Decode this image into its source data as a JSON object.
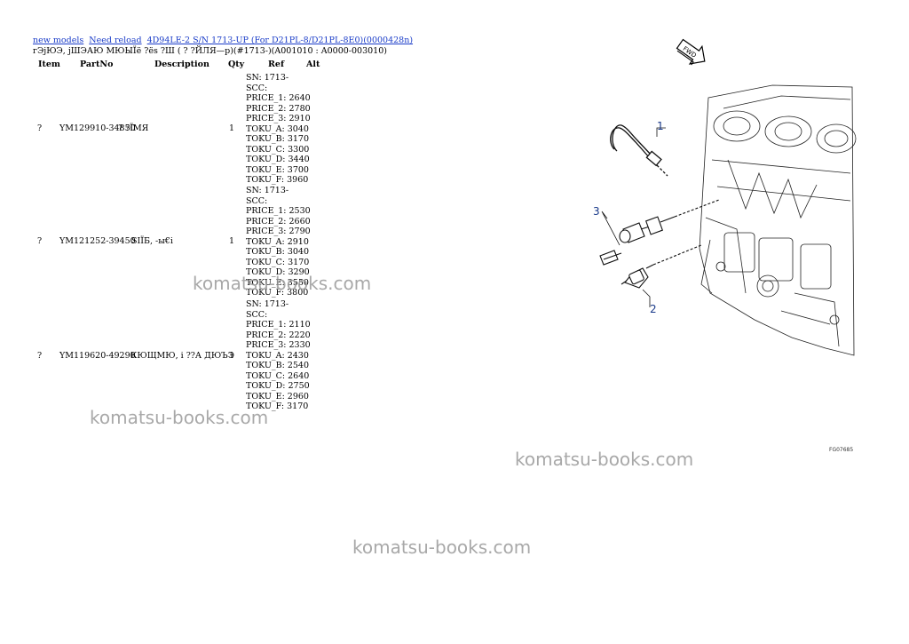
{
  "nav": {
    "links": [
      "new models",
      "Need reload",
      "4D94LE-2 S/N 1713-UP (For D21PL-8/D21PL-8E0)(0000428n)"
    ]
  },
  "subtitle": "гЭјЮЭ, јШЭАЮ МЮЫЇё ?ёs ?Ш ( ? ?ЙЛЯ—р)(#1713-)(A001010 : A0000-003010)",
  "headers": {
    "item": "Item",
    "partno": "PartNo",
    "description": "Description",
    "qty": "Qty",
    "ref": "Ref",
    "alt": "Alt"
  },
  "rows": [
    {
      "item": "?",
      "partno": "YM129910-34850",
      "description": "? ?ЇМЯ",
      "qty": "1",
      "ref": [
        "SN: 1713-",
        "SCC:",
        "PRICE_1: 2640",
        "PRICE_2: 2780",
        "PRICE_3: 2910",
        "TOKU_A: 3040",
        "TOKU_B: 3170",
        "TOKU_C: 3300",
        "TOKU_D: 3440",
        "TOKU_E: 3700",
        "TOKU_F: 3960"
      ]
    },
    {
      "item": "?",
      "partno": "YM121252-39450",
      "description": "SIЇБ, -ы€і",
      "qty": "1",
      "ref": [
        "SN: 1713-",
        "SCC:",
        "PRICE_1: 2530",
        "PRICE_2: 2660",
        "PRICE_3: 2790",
        "TOKU_A: 2910",
        "TOKU_B: 3040",
        "TOKU_C: 3170",
        "TOKU_D: 3290",
        "TOKU_E: 3550",
        "TOKU_F: 3800"
      ]
    },
    {
      "item": "?",
      "partno": "YM119620-49290",
      "description": "КЮЩМЮ, і ??А ДЮЪЭ",
      "qty": "1",
      "ref": [
        "SN: 1713-",
        "SCC:",
        "PRICE_1: 2110",
        "PRICE_2: 2220",
        "PRICE_3: 2330",
        "TOKU_A: 2430",
        "TOKU_B: 2540",
        "TOKU_C: 2640",
        "TOKU_D: 2750",
        "TOKU_E: 2960",
        "TOKU_F: 3170"
      ]
    }
  ],
  "watermark": "komatsu-books.com",
  "diagram": {
    "callouts": [
      "1",
      "2",
      "3"
    ],
    "fwd_label": "FWD",
    "figure_code": "FG07685"
  }
}
